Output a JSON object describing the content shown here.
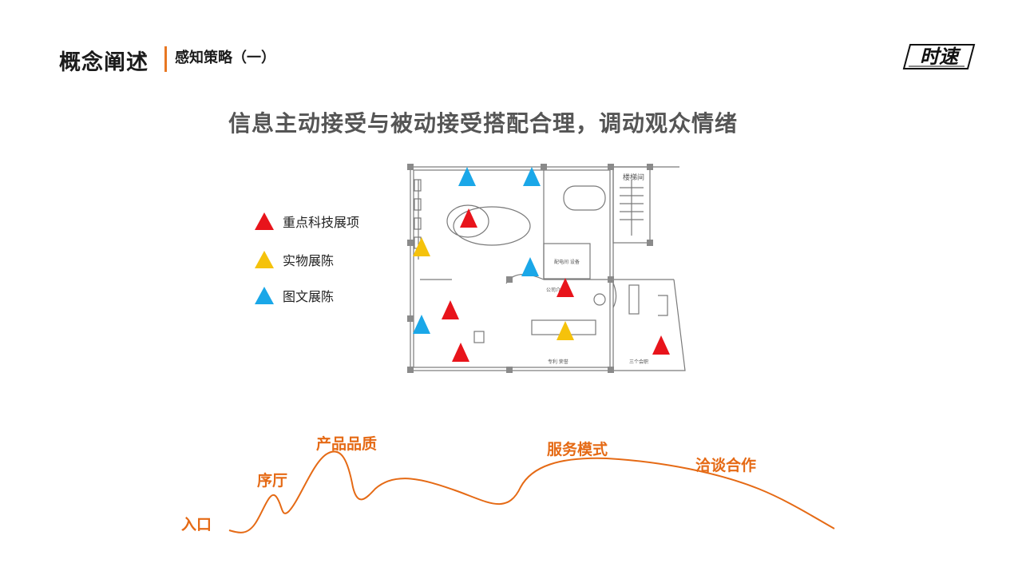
{
  "header": {
    "title": "概念阐述",
    "subtitle": "感知策略（一）"
  },
  "logo": {
    "text": "时速"
  },
  "headline": "信息主动接受与被动接受搭配合理，调动观众情绪",
  "legend": [
    {
      "label": "重点科技展项",
      "color": "#e8141b",
      "icon": "red-triangle-icon"
    },
    {
      "label": "实物展陈",
      "color": "#f5c20b",
      "icon": "yellow-triangle-icon"
    },
    {
      "label": "图文展陈",
      "color": "#1aa7e8",
      "icon": "blue-triangle-icon"
    }
  ],
  "floorplan": {
    "labels": {
      "stairs": "楼梯间",
      "hall": "公司介绍",
      "patent": "专利 荣誉",
      "office": "三个会职",
      "power": "配电间 设备"
    }
  },
  "journey": {
    "stages": [
      {
        "id": "entrance",
        "label": "入口"
      },
      {
        "id": "lobby",
        "label": "序厅"
      },
      {
        "id": "quality",
        "label": "产品品质"
      },
      {
        "id": "service",
        "label": "服务模式"
      },
      {
        "id": "cooperation",
        "label": "洽谈合作"
      }
    ]
  },
  "colors": {
    "accent": "#e87722",
    "curve": "#e56a15",
    "headline": "#555555"
  }
}
